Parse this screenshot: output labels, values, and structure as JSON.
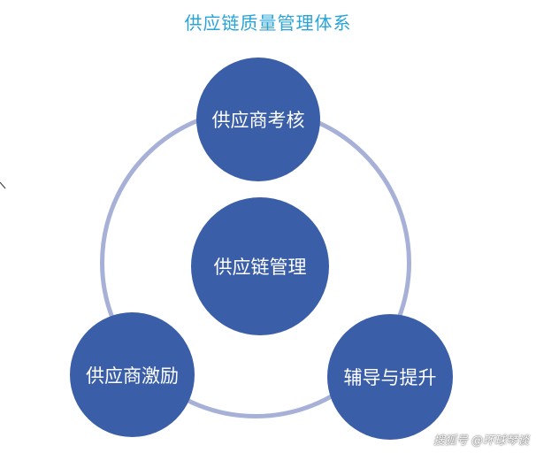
{
  "title": "供应链质量管理体系",
  "colors": {
    "title": "#2aa4d8",
    "node_fill": "#3a5ea8",
    "ring": "#a7b1d8",
    "node_text": "#ffffff"
  },
  "nodes": {
    "top": "供应商考核",
    "center": "供应链管理",
    "left": "供应商激励",
    "right": "辅导与提升"
  },
  "watermark": "搜狐号 @环球琴谈"
}
